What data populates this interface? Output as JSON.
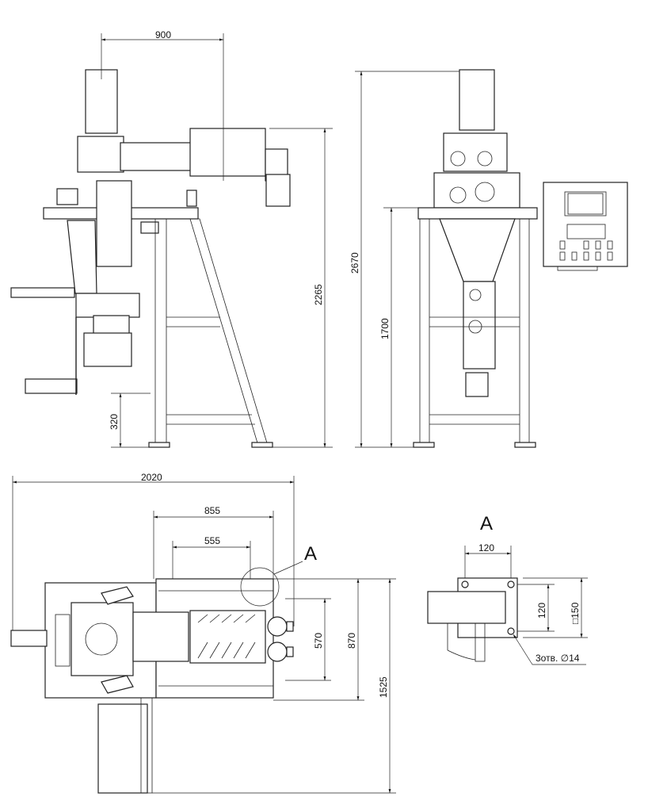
{
  "side_view": {
    "width_dim": "900",
    "height_total_dim": "2265",
    "bottom_height_dim": "320"
  },
  "front_view": {
    "height_total_dim": "2670",
    "frame_height_dim": "1700"
  },
  "plan_view": {
    "overall_length_dim": "2020",
    "dim_855": "855",
    "dim_555": "555",
    "dim_570": "570",
    "dim_870": "870",
    "dim_1525": "1525",
    "detail_marker": "A"
  },
  "detail_a": {
    "title": "A",
    "hole_spacing_h": "120",
    "hole_spacing_v": "120",
    "plate_size": "□150",
    "holes_note": "3отв. ∅14"
  }
}
